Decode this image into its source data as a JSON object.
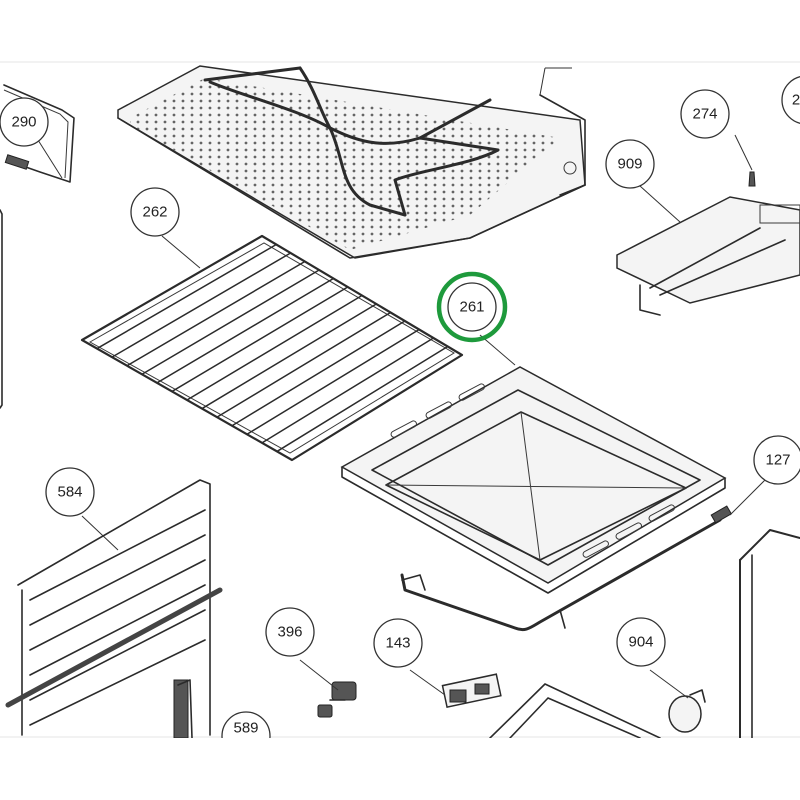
{
  "callouts": [
    {
      "id": "290",
      "label": "290"
    },
    {
      "id": "274",
      "label": "274"
    },
    {
      "id": "909",
      "label": "909"
    },
    {
      "id": "262",
      "label": "262"
    },
    {
      "id": "261",
      "label": "261"
    },
    {
      "id": "127",
      "label": "127"
    },
    {
      "id": "584",
      "label": "584"
    },
    {
      "id": "396",
      "label": "396"
    },
    {
      "id": "143",
      "label": "143"
    },
    {
      "id": "904",
      "label": "904"
    },
    {
      "id": "589",
      "label": "589"
    },
    {
      "id": "partial-top-right",
      "label": "2"
    }
  ],
  "highlight": {
    "target": "261",
    "color": "#1e9a3c"
  }
}
